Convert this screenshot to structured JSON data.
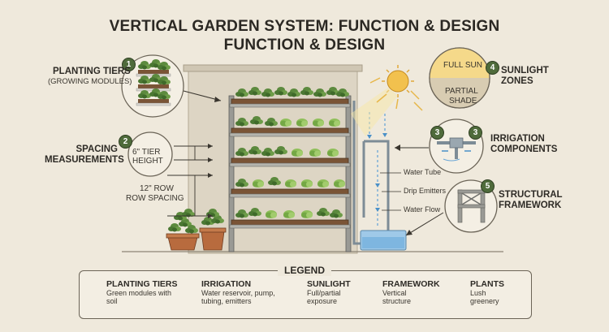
{
  "title": {
    "line1": "VERTICAL GARDEN SYSTEM: FUNCTION & DESIGN",
    "line2": "FUNCTION & DESIGN"
  },
  "callouts": {
    "planting_tiers": {
      "number": "1",
      "label": "PLANTING TIERS",
      "sub": "(GROWING MODULES)"
    },
    "spacing": {
      "number": "2",
      "label_line1": "SPACING",
      "label_line2": "MEASUREMENTS",
      "tier_height": "6\" TIER HEIGHT",
      "row_spacing_line1": "12\" ROW",
      "row_spacing_line2": "ROW SPACING"
    },
    "irrigation": {
      "number": "3",
      "label_line1": "IRRIGATION",
      "label_line2": "COMPONENTS"
    },
    "sunlight": {
      "number": "4",
      "label_line1": "SUNLIGHT",
      "label_line2": "ZONES",
      "full_sun": "FULL SUN",
      "partial_line1": "PARTIAL",
      "partial_line2": "SHADE"
    },
    "structure": {
      "number": "5",
      "label_line1": "STRUCTURAL",
      "label_line2": "FRAMEWORK"
    }
  },
  "annotations": {
    "water_tube": "Water Tube",
    "drip_emitters": "Drip Emitters",
    "water_flow": "Water Flow"
  },
  "legend": {
    "title": "LEGEND",
    "items": [
      {
        "head": "PLANTING TIERS",
        "desc1": "Green modules with",
        "desc2": "soil"
      },
      {
        "head": "IRRIGATION",
        "desc1": "Water reservoir, pump,",
        "desc2": "tubing, emitters"
      },
      {
        "head": "SUNLIGHT",
        "desc1": "Full/partial",
        "desc2": "exposure"
      },
      {
        "head": "FRAMEWORK",
        "desc1": "Vertical",
        "desc2": "structure"
      },
      {
        "head": "PLANTS",
        "desc1": "Lush",
        "desc2": "greenery"
      }
    ]
  },
  "colors": {
    "background": "#efe9dc",
    "plant_green": "#5c8a3e",
    "dark_green": "#3f6a2a",
    "water_blue": "#6aa6d6",
    "sun_yellow": "#f2c14e",
    "frame_gray": "#8a8a86",
    "soil": "#7a5436"
  }
}
